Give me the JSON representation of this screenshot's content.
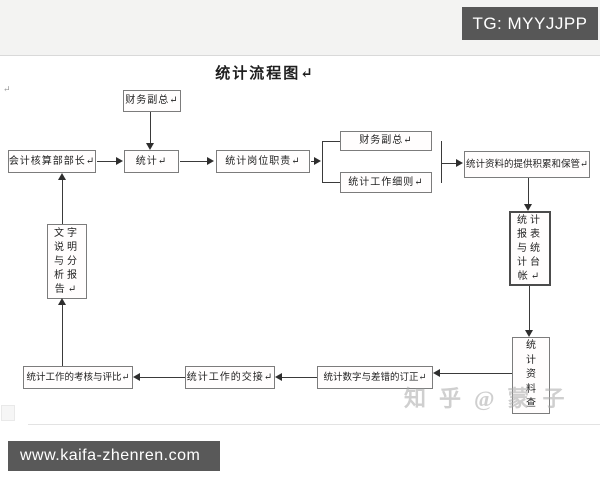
{
  "badge": {
    "text": "TG: MYYJJPP"
  },
  "footer": {
    "url": "www.kaifa-zhenren.com"
  },
  "watermark": {
    "text": "知乎@蒙子"
  },
  "page": {
    "stray_mark": "↵"
  },
  "title": "统计流程图↵",
  "flowchart": {
    "nodes": {
      "cfo_top": "财务副总↵",
      "accounting_head": "会计核算部部长↵",
      "statistics": "统计↵",
      "job_duties": "统计岗位职责↵",
      "cfo_branch": "财务副总↵",
      "work_rules": "统计工作细则↵",
      "data_keeping": "统计资料的提供积累和保管↵",
      "reports_ledger": "统计报表与统计台帐↵",
      "data_check": "统计资料查",
      "correction": "统计数字与差错的订正↵",
      "handover": "统计工作的交接↵",
      "evaluation": "统计工作的考核与评比↵",
      "analysis_report": "文字说明与分析报告↵"
    }
  },
  "colors": {
    "badge_bg": "#575757",
    "footer_bg": "#595959",
    "line": "#3a3a3a",
    "watermark": "#a8a8a8"
  }
}
